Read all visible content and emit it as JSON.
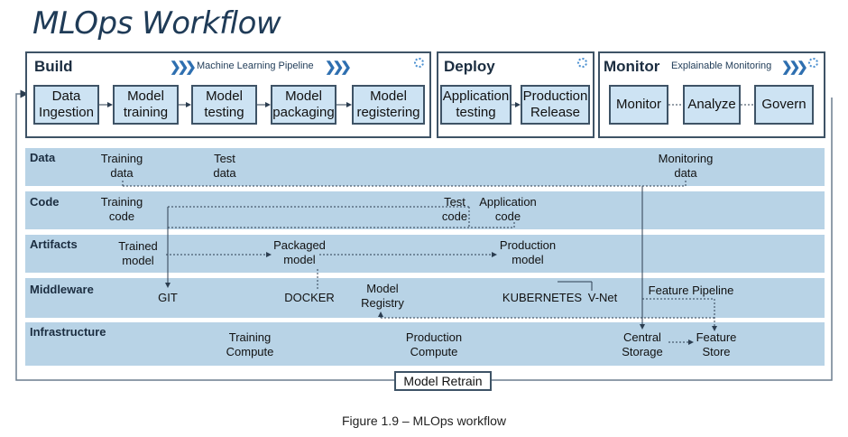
{
  "title": "MLOps Workflow",
  "build": {
    "title": "Build",
    "subtitle": "Machine Learning Pipeline",
    "steps": [
      "Data\nIngestion",
      "Model\ntraining",
      "Model\ntesting",
      "Model\npackaging",
      "Model\nregistering"
    ]
  },
  "deploy": {
    "title": "Deploy",
    "steps": [
      "Application\ntesting",
      "Production\nRelease"
    ]
  },
  "monitor": {
    "title": "Monitor",
    "subtitle": "Explainable Monitoring",
    "steps": [
      "Monitor",
      "Analyze",
      "Govern"
    ]
  },
  "bands": {
    "data": {
      "label": "Data",
      "items": [
        "Training\ndata",
        "Test\ndata",
        "Monitoring\ndata"
      ]
    },
    "code": {
      "label": "Code",
      "items": [
        "Training\ncode",
        "Test\ncode",
        "Application\ncode"
      ]
    },
    "artifacts": {
      "label": "Artifacts",
      "items": [
        "Trained\nmodel",
        "Packaged\nmodel",
        "Production\nmodel"
      ]
    },
    "middleware": {
      "label": "Middleware",
      "items": [
        "GIT",
        "DOCKER",
        "Model\nRegistry",
        "KUBERNETES",
        "V-Net",
        "Feature Pipeline"
      ]
    },
    "infrastructure": {
      "label": "Infrastructure",
      "items": [
        "Training\nCompute",
        "Production\nCompute",
        "Central\nStorage",
        "Feature\nStore"
      ]
    }
  },
  "retrain_label": "Model Retrain",
  "caption": "Figure 1.9 – MLOps workflow",
  "colors": {
    "band": "#b8d3e6",
    "step": "#cde3f3",
    "title": "#1f3b57",
    "chevron": "#2e6fb0"
  }
}
